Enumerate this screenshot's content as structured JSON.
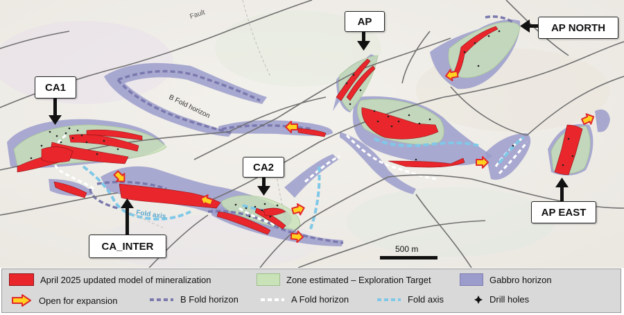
{
  "map": {
    "fault_label": "Fault",
    "b_fold_label": "B Fold horizon",
    "fold_axis_label": "Fold axis",
    "scale_label": "500 m",
    "callouts": {
      "ca1": "CA1",
      "ca2": "CA2",
      "ca_inter": "CA_INTER",
      "ap": "AP",
      "ap_north": "AP NORTH",
      "ap_east": "AP EAST"
    }
  },
  "colors": {
    "mineralization": "#e8262b",
    "exploration_target": "#c9e2b8",
    "gabbro": "#9b9ccb",
    "b_fold": "#7a78ad",
    "a_fold": "#ffffff",
    "fold_axis": "#7fc8e8",
    "expansion_arrow_fill": "#ffd21f",
    "expansion_arrow_stroke": "#e0262b",
    "fault": "#707070"
  },
  "legend": {
    "mineralization": "April 2025 updated model of mineralization",
    "exploration_target": "Zone estimated – Exploration Target",
    "gabbro": "Gabbro horizon",
    "expansion": "Open for expansion",
    "b_fold": "B Fold horizon",
    "a_fold": "A Fold horizon",
    "fold_axis": "Fold axis",
    "drill_holes": "Drill holes"
  }
}
